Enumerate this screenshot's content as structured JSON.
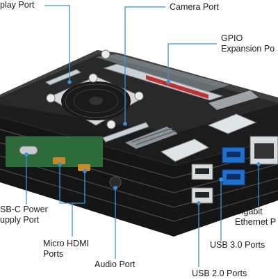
{
  "labels": {
    "display_port": "play Port",
    "camera_port": "Camera Port",
    "gpio_line1": "GPIO",
    "gpio_line2": "Expansion Po",
    "usbc_line1": "SB-C Power",
    "usbc_line2": "upply Port",
    "hdmi_line1": "Micro HDMI",
    "hdmi_line2": "Ports",
    "audio_port": "Audio Port",
    "ethernet_line1": "Gigabit",
    "ethernet_line2": "Ethernet P",
    "usb3_ports": "USB 3.0 Ports",
    "usb2_ports": "USB 2.0 Ports"
  },
  "colors": {
    "callout_line": "#3a8fd6",
    "case_black": "#141414",
    "acrylic": "#c9d1d6",
    "usb3_blue": "#1f6fd1",
    "board_green": "#2e6b3a",
    "port_gold": "#c98a2a"
  }
}
